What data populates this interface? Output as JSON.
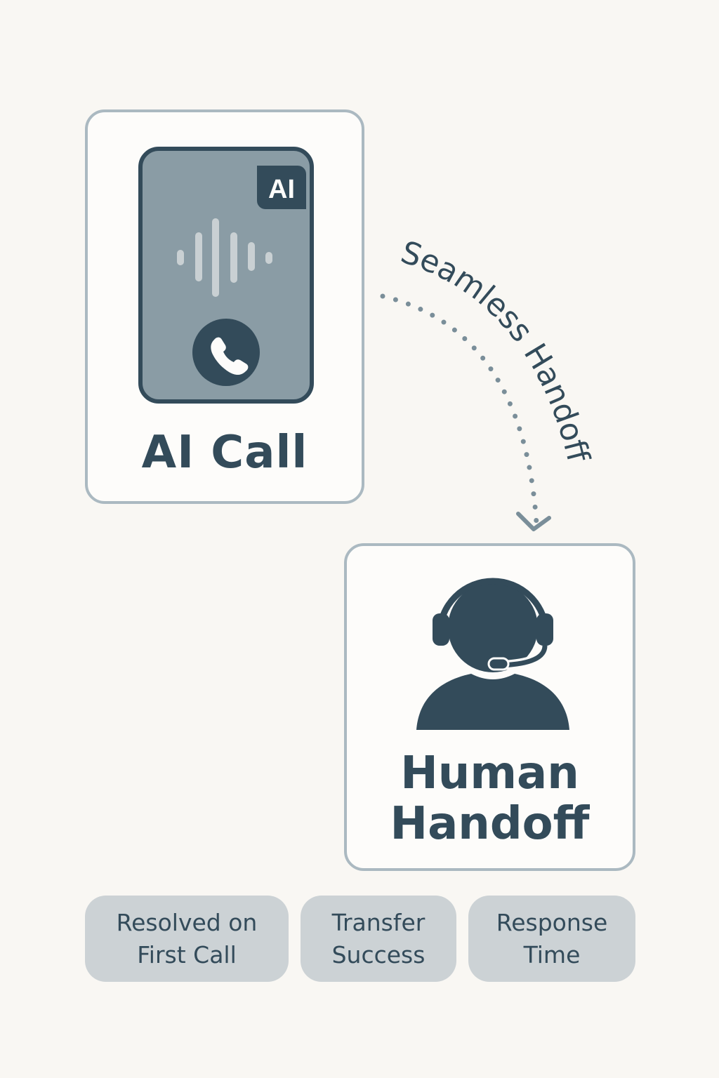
{
  "ai_card": {
    "badge": "AI",
    "title": "AI Call"
  },
  "connector": {
    "label": "Seamless Handoff"
  },
  "human_card": {
    "title_line1": "Human",
    "title_line2": "Handoff"
  },
  "metrics": [
    {
      "line1": "Resolved on",
      "line2": "First Call"
    },
    {
      "line1": "Transfer",
      "line2": "Success"
    },
    {
      "line1": "Response",
      "line2": "Time"
    }
  ],
  "colors": {
    "dark": "#334b5a",
    "border": "#abb9c1",
    "phone": "#8a9ca5",
    "pill": "#ccd2d5",
    "background": "#f9f7f3"
  }
}
